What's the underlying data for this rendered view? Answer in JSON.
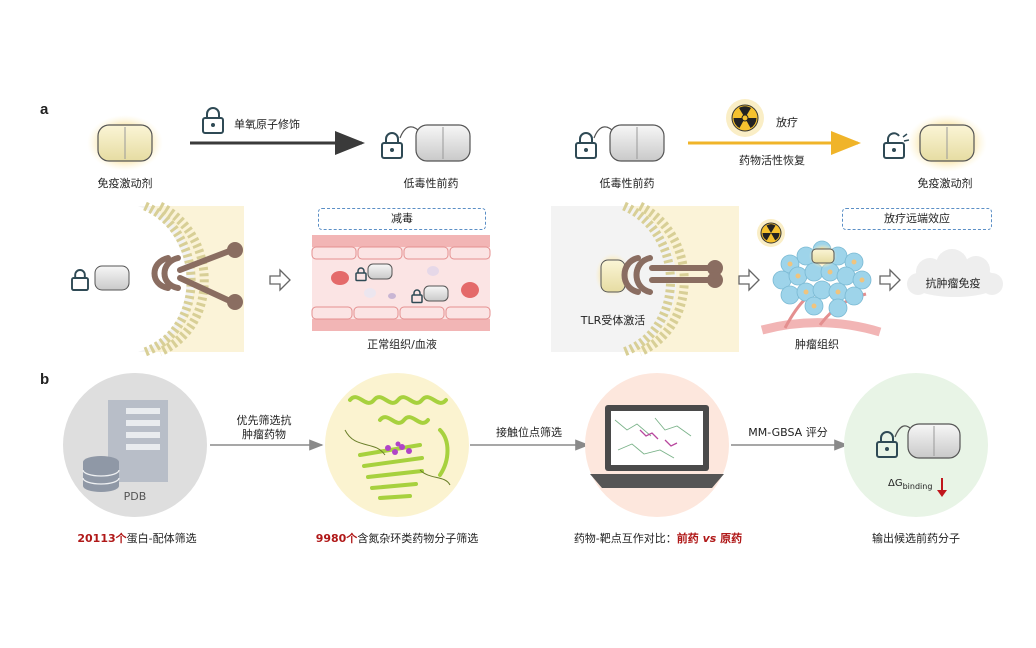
{
  "panel_a": {
    "label": "a",
    "left_drug": "免疫激动剂",
    "left_arrow_label": "单氧原子修饰",
    "left_prodrug": "低毒性前药",
    "right_prodrug": "低毒性前药",
    "right_arrow_top": "放疗",
    "right_arrow_bottom": "药物活性恢复",
    "right_drug": "免疫激动剂",
    "detox_box": "减毒",
    "normal_tissue": "正常组织/血液",
    "tlr_label": "TLR受体激活",
    "abscopal_box": "放疗远端效应",
    "tumor_label": "肿瘤组织",
    "antitumor": "抗肿瘤免疫"
  },
  "panel_b": {
    "label": "b",
    "pdb": "PDB",
    "step1_arrow": [
      "优先筛选抗",
      "肿瘤药物"
    ],
    "step2_arrow": "接触位点筛选",
    "step3_arrow": "MM-GBSA 评分",
    "delta_g": "ΔG",
    "delta_g_sub": "binding",
    "caption1_red": "20113个",
    "caption1_rest": "蛋白-配体筛选",
    "caption2_red": "9980个",
    "caption2_rest": "含氮杂环类药物分子筛选",
    "caption3_rest": "药物-靶点互作对比：",
    "caption3_red1": "前药",
    "caption3_red_vs": " vs ",
    "caption3_red2": "原药",
    "caption4": "输出候选前药分子"
  },
  "colors": {
    "arrow_dark": "#3a3a3a",
    "arrow_gold": "#f0b429",
    "lock": "#2f4a55",
    "membrane": "#fbf3d8",
    "receptor": "#8a6d61",
    "vessel": "#f2b5b5",
    "red_text": "#b01818"
  }
}
